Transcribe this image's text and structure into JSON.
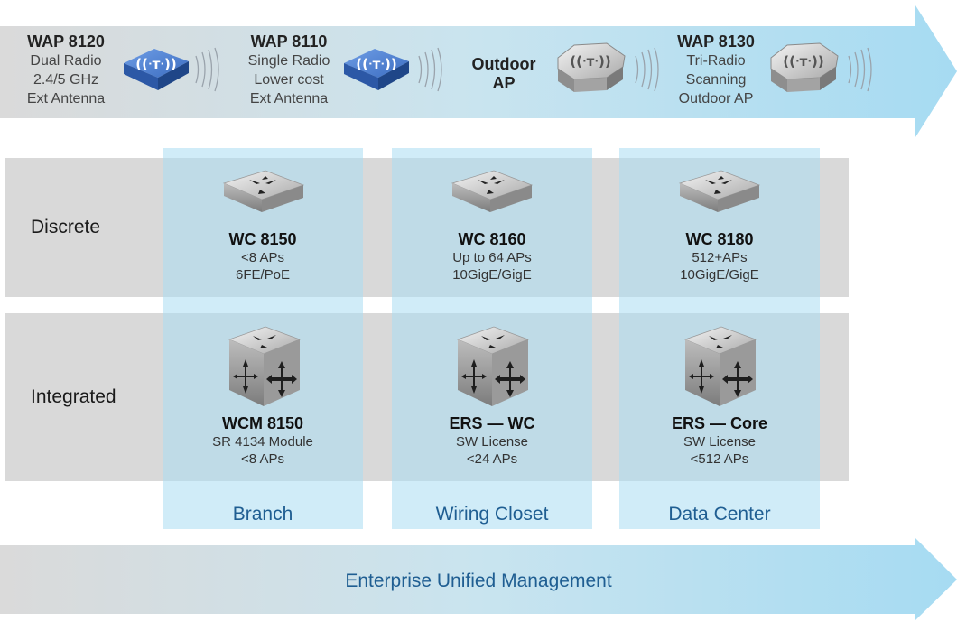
{
  "top_arrow": {
    "aps": [
      {
        "title": "WAP 8120",
        "lines": [
          "Dual Radio",
          "2.4/5 GHz",
          "Ext Antenna"
        ],
        "icon": "ap-blue-icon"
      },
      {
        "title": "WAP 8110",
        "lines": [
          "Single Radio",
          "Lower cost",
          "Ext Antenna"
        ],
        "icon": "ap-blue-icon"
      },
      {
        "title": "Outdoor",
        "lines": [
          "AP"
        ],
        "icon": "ap-outdoor-icon"
      },
      {
        "title": "WAP 8130",
        "lines": [
          "Tri-Radio",
          "Scanning",
          "Outdoor AP"
        ],
        "icon": "ap-outdoor-icon"
      }
    ]
  },
  "rows": {
    "discrete": "Discrete",
    "integrated": "Integrated"
  },
  "columns": [
    "Branch",
    "Wiring Closet",
    "Data Center"
  ],
  "discrete_devices": [
    {
      "title": "WC 8150",
      "lines": [
        "<8 APs",
        "6FE/PoE"
      ]
    },
    {
      "title": "WC 8160",
      "lines": [
        "Up to 64 APs",
        "10GigE/GigE"
      ]
    },
    {
      "title": "WC 8180",
      "lines": [
        "512+APs",
        "10GigE/GigE"
      ]
    }
  ],
  "integrated_devices": [
    {
      "title": "WCM 8150",
      "lines": [
        "SR 4134 Module",
        "<8 APs"
      ]
    },
    {
      "title": "ERS — WC",
      "lines": [
        "SW License",
        "<24 APs"
      ]
    },
    {
      "title": "ERS — Core",
      "lines": [
        "SW License",
        "<512 APs"
      ]
    }
  ],
  "bottom_arrow": {
    "label": "Enterprise Unified Management"
  },
  "colors": {
    "accent": "#1f5e92",
    "arrow_light": "#a9dcf2",
    "band_gray": "#d9d9d9",
    "ap_blue": "#3f73c6"
  }
}
